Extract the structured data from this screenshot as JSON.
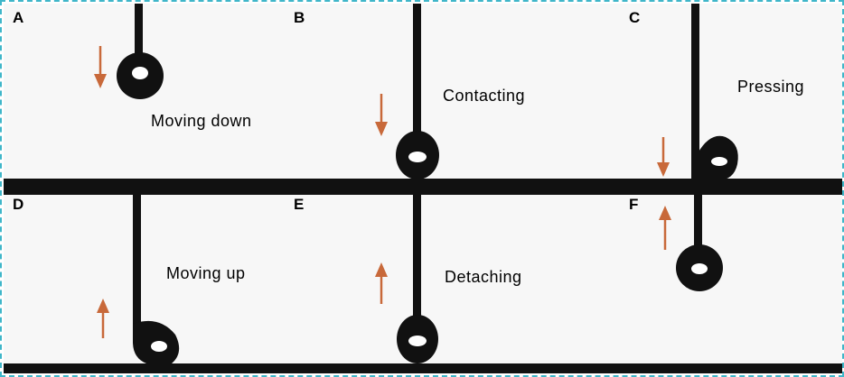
{
  "colors": {
    "arrow": "#c8693a",
    "surface": "#111111",
    "border": "#3fb6c9",
    "background": "#f7f7f7"
  },
  "panels": [
    {
      "letter": "A",
      "caption": "Moving down",
      "arrow_direction": "down"
    },
    {
      "letter": "B",
      "caption": "Contacting",
      "arrow_direction": "down"
    },
    {
      "letter": "C",
      "caption": "Pressing",
      "arrow_direction": "down"
    },
    {
      "letter": "D",
      "caption": "Moving up",
      "arrow_direction": "up"
    },
    {
      "letter": "E",
      "caption": "Detaching",
      "arrow_direction": "up"
    },
    {
      "letter": "F",
      "caption": "",
      "arrow_direction": "up"
    }
  ]
}
